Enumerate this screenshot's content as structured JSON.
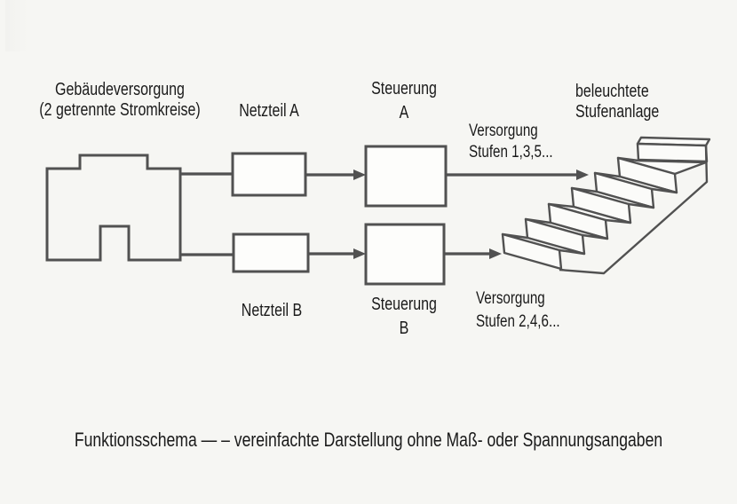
{
  "colors": {
    "background": "#f6f6f3",
    "ink": "#515151",
    "text": "#1a1a1a",
    "box_fill": "#fdfdfb"
  },
  "diagram": {
    "building": {
      "line1": "Gebäudeversorgung",
      "line2": "(2 getrennte Stromkreise)"
    },
    "netzteil_a": {
      "label": "Netzteil A"
    },
    "steuerung_a": {
      "line1": "Steuerung",
      "line2": "A"
    },
    "netzteil_b": {
      "label": "Netzteil B"
    },
    "steuerung_b": {
      "line1": "Steuerung",
      "line2": "B"
    },
    "versorgung_a": {
      "line1": "Versorgung",
      "line2": "Stufen 1,3,5..."
    },
    "versorgung_b": {
      "line1": "Versorgung",
      "line2": "Stufen 2,4,6..."
    },
    "stairs": {
      "line1": "beleuchtete",
      "line2": "Stufenanlage"
    }
  },
  "caption": {
    "text": "Funktionsschema — – vereinfachte Darstellung ohne Maß- oder Spannungsangaben"
  }
}
